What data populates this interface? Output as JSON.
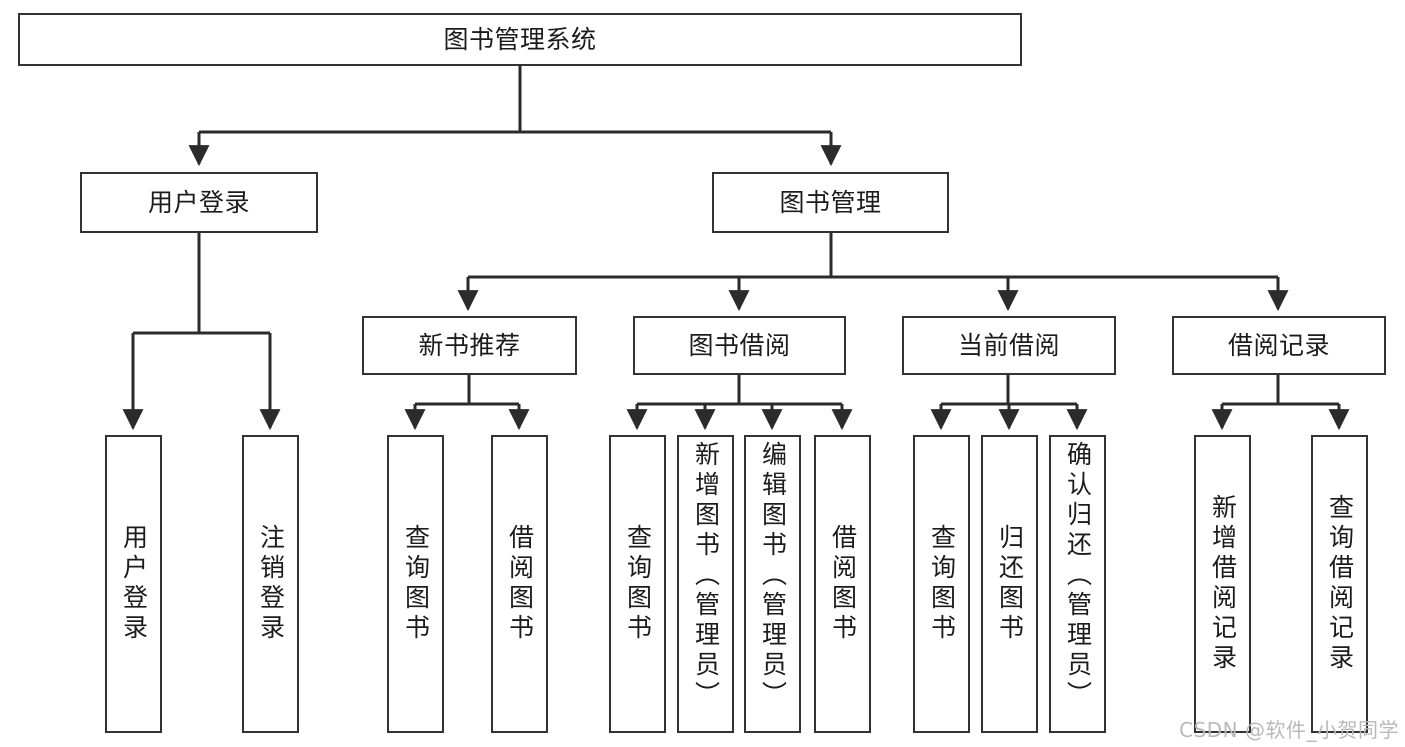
{
  "diagram": {
    "type": "tree",
    "title": "图书管理系统",
    "orientation": "top-down",
    "colors": {
      "box_border": "#333333",
      "box_fill": "#ffffff",
      "connector": "#2b2b2b",
      "text": "#1c1c1c",
      "watermark": "#b9b9b9"
    },
    "nodes": {
      "root": {
        "label": "图书管理系统",
        "level": 0
      },
      "user_login": {
        "label": "用户登录",
        "level": 1
      },
      "book_manage": {
        "label": "图书管理",
        "level": 1
      },
      "new_book_rec": {
        "label": "新书推荐",
        "level": 2
      },
      "book_borrow": {
        "label": "图书借阅",
        "level": 2
      },
      "current_borrow": {
        "label": "当前借阅",
        "level": 2
      },
      "borrow_record": {
        "label": "借阅记录",
        "level": 2
      },
      "leaf_user_login": {
        "label": "用户登录",
        "level": 3,
        "parent": "用户登录"
      },
      "leaf_logout": {
        "label": "注销登录",
        "level": 3,
        "parent": "用户登录"
      },
      "leaf_query_book_1": {
        "label": "查询图书",
        "level": 3,
        "parent": "新书推荐"
      },
      "leaf_borrow_book_1": {
        "label": "借阅图书",
        "level": 3,
        "parent": "新书推荐"
      },
      "leaf_query_book_2": {
        "label": "查询图书",
        "level": 3,
        "parent": "图书借阅"
      },
      "leaf_add_book": {
        "label": "新增图书（管理员）",
        "level": 3,
        "parent": "图书借阅"
      },
      "leaf_edit_book": {
        "label": "编辑图书（管理员）",
        "level": 3,
        "parent": "图书借阅"
      },
      "leaf_borrow_book_2": {
        "label": "借阅图书",
        "level": 3,
        "parent": "图书借阅"
      },
      "leaf_query_book_3": {
        "label": "查询图书",
        "level": 3,
        "parent": "当前借阅"
      },
      "leaf_return_book": {
        "label": "归还图书",
        "level": 3,
        "parent": "当前借阅"
      },
      "leaf_confirm_return": {
        "label": "确认归还（管理员）",
        "level": 3,
        "parent": "当前借阅"
      },
      "leaf_add_record": {
        "label": "新增借阅记录",
        "level": 3,
        "parent": "借阅记录"
      },
      "leaf_query_record": {
        "label": "查询借阅记录",
        "level": 3,
        "parent": "借阅记录"
      }
    },
    "edges": [
      {
        "from": "图书管理系统",
        "to": "用户登录"
      },
      {
        "from": "图书管理系统",
        "to": "图书管理"
      },
      {
        "from": "用户登录",
        "to": "用户登录(叶)"
      },
      {
        "from": "用户登录",
        "to": "注销登录"
      },
      {
        "from": "图书管理",
        "to": "新书推荐"
      },
      {
        "from": "图书管理",
        "to": "图书借阅"
      },
      {
        "from": "图书管理",
        "to": "当前借阅"
      },
      {
        "from": "图书管理",
        "to": "借阅记录"
      },
      {
        "from": "新书推荐",
        "to": "查询图书"
      },
      {
        "from": "新书推荐",
        "to": "借阅图书"
      },
      {
        "from": "图书借阅",
        "to": "查询图书"
      },
      {
        "from": "图书借阅",
        "to": "新增图书（管理员）"
      },
      {
        "from": "图书借阅",
        "to": "编辑图书（管理员）"
      },
      {
        "from": "图书借阅",
        "to": "借阅图书"
      },
      {
        "from": "当前借阅",
        "to": "查询图书"
      },
      {
        "from": "当前借阅",
        "to": "归还图书"
      },
      {
        "from": "当前借阅",
        "to": "确认归还（管理员）"
      },
      {
        "from": "借阅记录",
        "to": "新增借阅记录"
      },
      {
        "from": "借阅记录",
        "to": "查询借阅记录"
      }
    ]
  },
  "watermark": {
    "text": "CSDN @软件_小贺同学"
  }
}
